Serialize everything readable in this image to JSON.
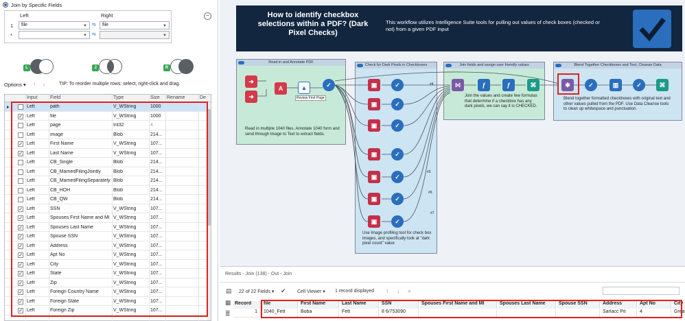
{
  "config": {
    "join_mode_label": "Join by Specific Fields",
    "left_header": "Left",
    "right_header": "Right",
    "row1_num": "1",
    "row1_left": "file",
    "row1_right": "file",
    "row2_num": "*",
    "options_label": "Options",
    "tip": "TIP: To reorder multiple rows: select, right-click and drag.",
    "venn_labels": [
      "L",
      "J",
      "R"
    ],
    "headers": [
      "Input",
      "Field",
      "Type",
      "Size",
      "Rename",
      "De"
    ],
    "rows": [
      {
        "input": "Left",
        "field": "path",
        "type": "V_WString",
        "size": "1000",
        "checked": false,
        "selected": true
      },
      {
        "input": "Left",
        "field": "file",
        "type": "V_WString",
        "size": "1000",
        "checked": true
      },
      {
        "input": "Left",
        "field": "page",
        "type": "Int32",
        "size": "4",
        "checked": false
      },
      {
        "input": "Left",
        "field": "image",
        "type": "Blob",
        "size": "214...",
        "checked": false
      },
      {
        "input": "Left",
        "field": "First Name",
        "type": "V_WString",
        "size": "107...",
        "checked": true
      },
      {
        "input": "Left",
        "field": "Last Name",
        "type": "V_WString",
        "size": "107...",
        "checked": true
      },
      {
        "input": "Left",
        "field": "CB_Single",
        "type": "Blob",
        "size": "214...",
        "checked": false
      },
      {
        "input": "Left",
        "field": "CB_MarriedFilingJointly",
        "type": "Blob",
        "size": "214...",
        "checked": false
      },
      {
        "input": "Left",
        "field": "CB_MarriedFilingSeparately",
        "type": "Blob",
        "size": "214...",
        "checked": false
      },
      {
        "input": "Left",
        "field": "CB_HOH",
        "type": "Blob",
        "size": "214...",
        "checked": false
      },
      {
        "input": "Left",
        "field": "CB_QW",
        "type": "Blob",
        "size": "214...",
        "checked": false
      },
      {
        "input": "Left",
        "field": "SSN",
        "type": "V_WString",
        "size": "107...",
        "checked": true
      },
      {
        "input": "Left",
        "field": "Spouses First Name and MI",
        "type": "V_WString",
        "size": "107...",
        "checked": true
      },
      {
        "input": "Left",
        "field": "Spouses Last Name",
        "type": "V_WString",
        "size": "107...",
        "checked": true
      },
      {
        "input": "Left",
        "field": "Spouse SSN",
        "type": "V_WString",
        "size": "107...",
        "checked": true
      },
      {
        "input": "Left",
        "field": "Address",
        "type": "V_WString",
        "size": "107...",
        "checked": true
      },
      {
        "input": "Left",
        "field": "Apt No",
        "type": "V_WString",
        "size": "107...",
        "checked": true
      },
      {
        "input": "Left",
        "field": "City",
        "type": "V_WString",
        "size": "107...",
        "checked": true
      },
      {
        "input": "Left",
        "field": "State",
        "type": "V_WString",
        "size": "107...",
        "checked": true
      },
      {
        "input": "Left",
        "field": "Zip",
        "type": "V_WString",
        "size": "107...",
        "checked": true
      },
      {
        "input": "Left",
        "field": "Foreign Country Name",
        "type": "V_WString",
        "size": "107...",
        "checked": true
      },
      {
        "input": "Left",
        "field": "Foreign State",
        "type": "V_WString",
        "size": "107...",
        "checked": true
      },
      {
        "input": "Left",
        "field": "Foreign Zip",
        "type": "V_WString",
        "size": "107...",
        "checked": true
      }
    ]
  },
  "canvas": {
    "banner_title": "How to identify checkbox selections within a PDF? (Dark Pixel Checks)",
    "banner_desc": "This workflow utilizes Intelligence Suite tools for pulling out values of check boxes (checked or not) from a given PDF input",
    "c1_title": "Read in and Annotate PDF",
    "c1_note": "Read in multiple 1040 files. Annotate 1040 form and send through Image to Text to extract fields.",
    "review_label": "Review First Page",
    "c2_title": "Check for Dark Pixels in Checkboxes",
    "c2_note": "Use Image profiling tool for check box images, and specifically look at \"dark pixel count\" value",
    "c3_title": "Join fields and assign user friendly values",
    "c3_note": "Join the values and create few formulas that determine if a checkbox has any dark pixels, we can say it is CHECKED.",
    "c4_title": "Blend Together Checkboxes and Text, Cleanse Data",
    "c4_note": "Blend together formatted checkboxes with original text and other values pulled from the PDF. Use Data Cleanse tools to clean up whitespace and punctuation.",
    "conn_labels": [
      "#4",
      "#5",
      "#6",
      "#7"
    ]
  },
  "results": {
    "header": "Results - Join (138) - Out - Join",
    "fields_label": "22 of 22 Fields",
    "viewer_label": "Cell Viewer",
    "record_count": "1 record displayed",
    "columns": [
      "Record",
      "file",
      "First Name",
      "Last Name",
      "SSN",
      "Spouses First Name and MI",
      "Spouses Last Name",
      "Spouse SSN",
      "Address",
      "Apt No",
      "City"
    ],
    "row": [
      "1",
      "1040_Fett",
      "Boba",
      "Fett",
      "8 6/753090",
      "",
      "",
      "",
      "Sarlacc Pit",
      "4",
      "Great"
    ]
  },
  "colors": {
    "accent": "#2a6ebd",
    "highlight": "#e0201b",
    "banner": "#12263f"
  }
}
